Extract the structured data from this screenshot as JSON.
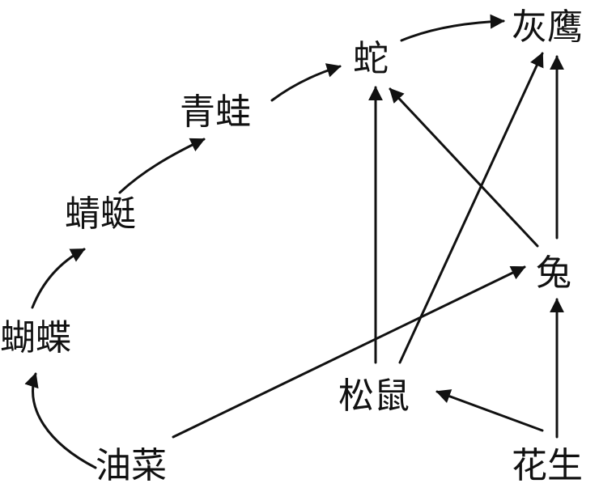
{
  "diagram": {
    "type": "food-web",
    "line_color": "#111111",
    "background": "#ffffff",
    "nodes": {
      "grey_hawk": "灰鹰",
      "snake": "蛇",
      "frog": "青蛙",
      "dragonfly": "蜻蜓",
      "butterfly": "蝴蝶",
      "rabbit": "兔",
      "squirrel": "松鼠",
      "rapeseed": "油菜",
      "peanut": "花生"
    },
    "edges": [
      {
        "from": "rapeseed",
        "to": "butterfly"
      },
      {
        "from": "butterfly",
        "to": "dragonfly"
      },
      {
        "from": "dragonfly",
        "to": "frog"
      },
      {
        "from": "frog",
        "to": "snake"
      },
      {
        "from": "snake",
        "to": "grey_hawk"
      },
      {
        "from": "rapeseed",
        "to": "rabbit"
      },
      {
        "from": "squirrel",
        "to": "snake"
      },
      {
        "from": "squirrel",
        "to": "grey_hawk"
      },
      {
        "from": "rabbit",
        "to": "snake"
      },
      {
        "from": "rabbit",
        "to": "grey_hawk"
      },
      {
        "from": "peanut",
        "to": "squirrel"
      },
      {
        "from": "peanut",
        "to": "rabbit"
      }
    ]
  }
}
